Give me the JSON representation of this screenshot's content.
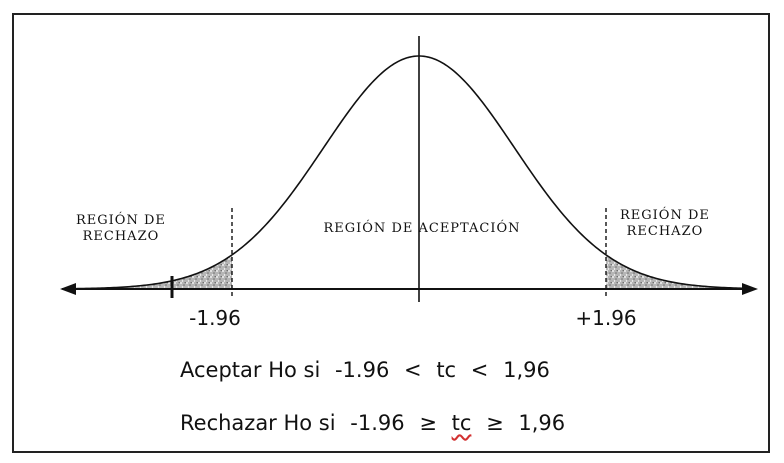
{
  "regions": {
    "left_rejection": [
      "REGIÓN DE",
      "RECHAZO"
    ],
    "acceptance": "REGIÓN DE ACEPTACIÓN",
    "right_rejection": [
      "REGIÓN DE",
      "RECHAZO"
    ]
  },
  "critical_values": {
    "lower": "-1.96",
    "upper": "+1.96"
  },
  "rules": {
    "accept": {
      "prefix": "Aceptar Ho si",
      "lower": "-1.96",
      "op1": "<",
      "stat": "tc",
      "op2": "<",
      "upper": "1,96"
    },
    "reject": {
      "prefix": "Rechazar Ho si",
      "lower": "-1.96",
      "op1": "≥",
      "stat": "tc",
      "op2": "≥",
      "upper": "1,96"
    }
  },
  "colors": {
    "ink": "#111111",
    "shade": "#9a9a9a",
    "frame": "#222222",
    "wavy_underline": "#d23030"
  }
}
